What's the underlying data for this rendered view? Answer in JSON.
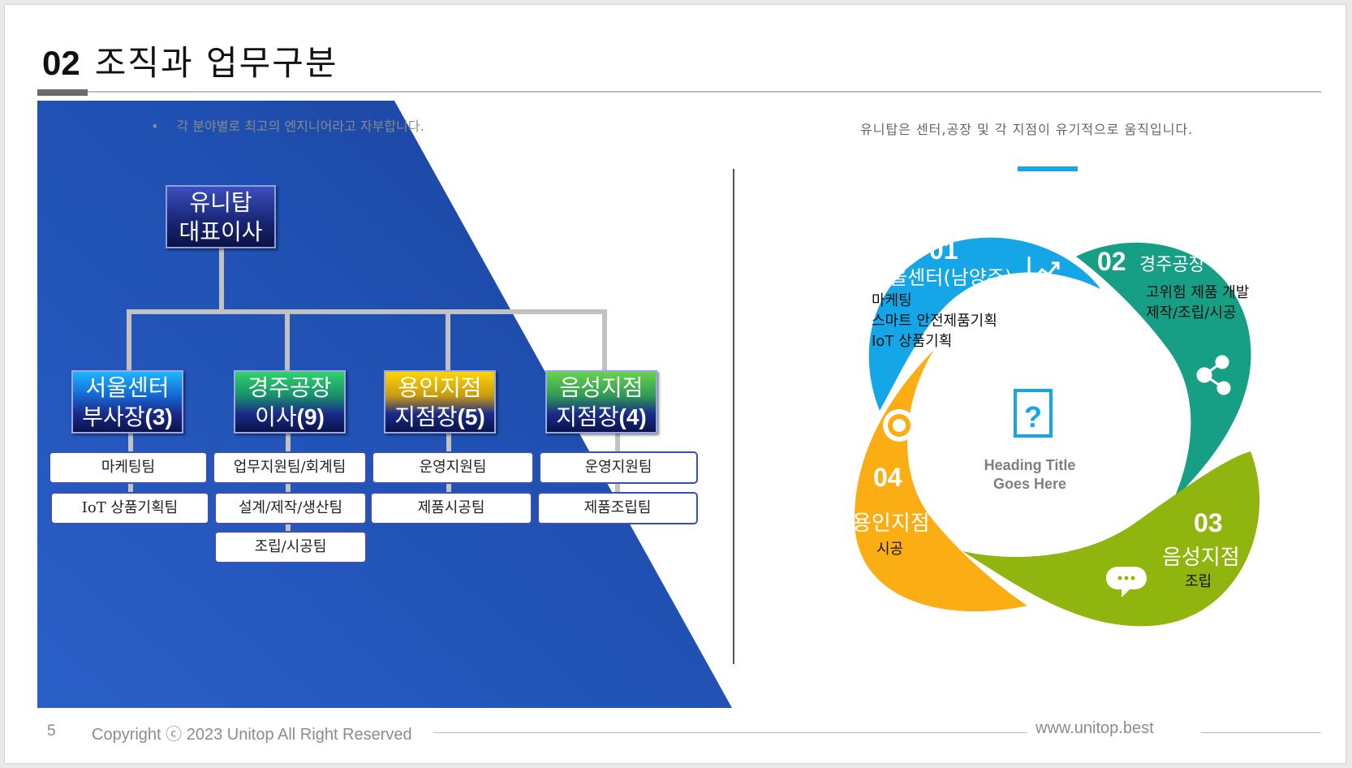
{
  "slide": {
    "title_number": "02",
    "title_text": "조직과 업무구분",
    "page_number": "5",
    "copyright": "Copyright ⓒ 2023 Unitop All Right Reserved",
    "website": "www.unitop.best"
  },
  "left": {
    "bullet": "•",
    "subtitle": "각 분야별로 최고의 엔지니어라고 자부합니다.",
    "ceo": {
      "line1": "유니탑",
      "line2": "대표이사"
    },
    "departments": [
      {
        "line1": "서울센터",
        "line2": "부사장",
        "count": "(3)",
        "teams": [
          "마케팅팀",
          "IoT 상품기획팀"
        ]
      },
      {
        "line1": "경주공장",
        "line2": "이사",
        "count": "(9)",
        "teams": [
          "업무지원팀/회계팀",
          "설계/제작/생산팀",
          "조립/시공팀"
        ]
      },
      {
        "line1": "용인지점",
        "line2": "지점장",
        "count": "(5)",
        "teams": [
          "운영지원팀",
          "제품시공팀"
        ]
      },
      {
        "line1": "음성지점",
        "line2": "지점장",
        "count": "(4)",
        "teams": [
          "운영지원팀",
          "제품조립팀"
        ]
      }
    ]
  },
  "right": {
    "subtitle": "유니탑은 센터,공장 및 각 지점이 유기적으로 움직입니다.",
    "center_heading_line1": "Heading Title",
    "center_heading_line2": "Goes Here",
    "petals": [
      {
        "number": "01",
        "title": "서울센터(남양주)",
        "lines": [
          "마케팅",
          "스마트 안전제품기획",
          "IoT 상품기획"
        ],
        "color": "#14a6e6",
        "icon": "chart-up-icon"
      },
      {
        "number": "02",
        "title": "경주공장",
        "lines": [
          "고위험 제품 개발",
          "제작/조립/시공"
        ],
        "color": "#169f84",
        "icon": "share-icon"
      },
      {
        "number": "03",
        "title": "음성지점",
        "lines": [
          "조립"
        ],
        "color": "#8fb50e",
        "icon": "chat-icon"
      },
      {
        "number": "04",
        "title": "용인지점",
        "lines": [
          "시공"
        ],
        "color": "#fbad14",
        "icon": "gear-icon"
      }
    ]
  }
}
